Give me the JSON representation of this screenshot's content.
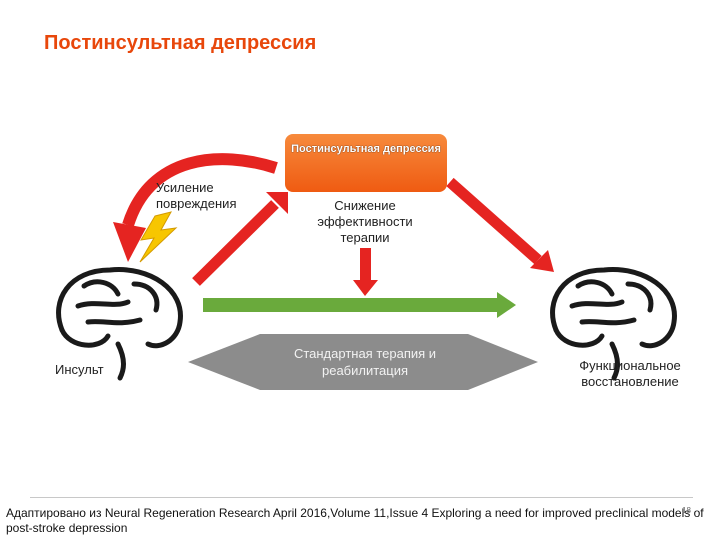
{
  "slide": {
    "title": "Постинсультная депрессия",
    "box_label": "Постинсультная депрессия",
    "damage_label": "Усиление повреждения",
    "efficacy_label": "Снижение эффективности терапии",
    "stroke_label": "Инсульт",
    "therapy_label": "Стандартная терапия и реабилитация",
    "recovery_label": "Функциональное восстановление",
    "footer": "Адаптировано из Neural Regeneration Research April 2016,Volume 11,Issue 4 Exploring a need for improved preclinical models of post-stroke depression",
    "page_number": "18"
  },
  "colors": {
    "title": "#e8470b",
    "box": "#f46a1a",
    "red_arrow": "#e52421",
    "green_arrow": "#6aaa3c",
    "hexagon": "#8c8c8c",
    "lightning": "#f7c600"
  },
  "icons": [
    "brain-icon",
    "lightning-icon"
  ]
}
